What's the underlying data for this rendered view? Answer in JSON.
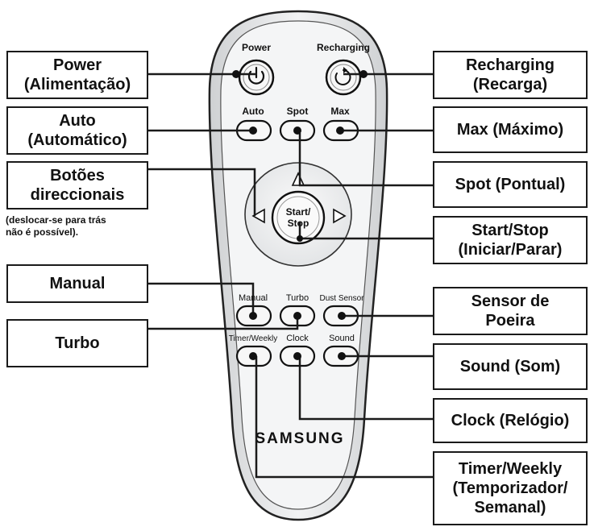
{
  "remote": {
    "top_labels": {
      "power": "Power",
      "recharging": "Recharging"
    },
    "row2_labels": {
      "auto": "Auto",
      "spot": "Spot",
      "max": "Max"
    },
    "center_button": {
      "line1": "Start/",
      "line2": "Stop"
    },
    "row3_labels": {
      "manual": "Manual",
      "turbo": "Turbo",
      "dust": "Dust Sensor"
    },
    "row4_labels": {
      "timer": "Timer/Weekly",
      "clock": "Clock",
      "sound": "Sound"
    },
    "brand": "SAMSUNG"
  },
  "callouts": {
    "power": {
      "line1": "Power",
      "line2": "(Alimentação)"
    },
    "auto": {
      "line1": "Auto",
      "line2": "(Automático)"
    },
    "directional": {
      "line1": "Botões",
      "line2": "direccionais"
    },
    "directional_note": {
      "line1": "(deslocar-se para trás",
      "line2": "não é possível)."
    },
    "manual": {
      "line1": "Manual"
    },
    "turbo": {
      "line1": "Turbo"
    },
    "recharging": {
      "line1": "Recharging",
      "line2": "(Recarga)"
    },
    "max": {
      "line1": "Max (Máximo)"
    },
    "spot": {
      "line1": "Spot (Pontual)"
    },
    "start_stop": {
      "line1": "Start/Stop",
      "line2": "(Iniciar/Parar)"
    },
    "dust_sensor": {
      "line1": "Sensor de",
      "line2": "Poeira"
    },
    "sound": {
      "line1": "Sound (Som)"
    },
    "clock": {
      "line1": "Clock (Relógio)"
    },
    "timer": {
      "line1": "Timer/Weekly",
      "line2": "(Temporizador/",
      "line3": "Semanal)"
    }
  }
}
